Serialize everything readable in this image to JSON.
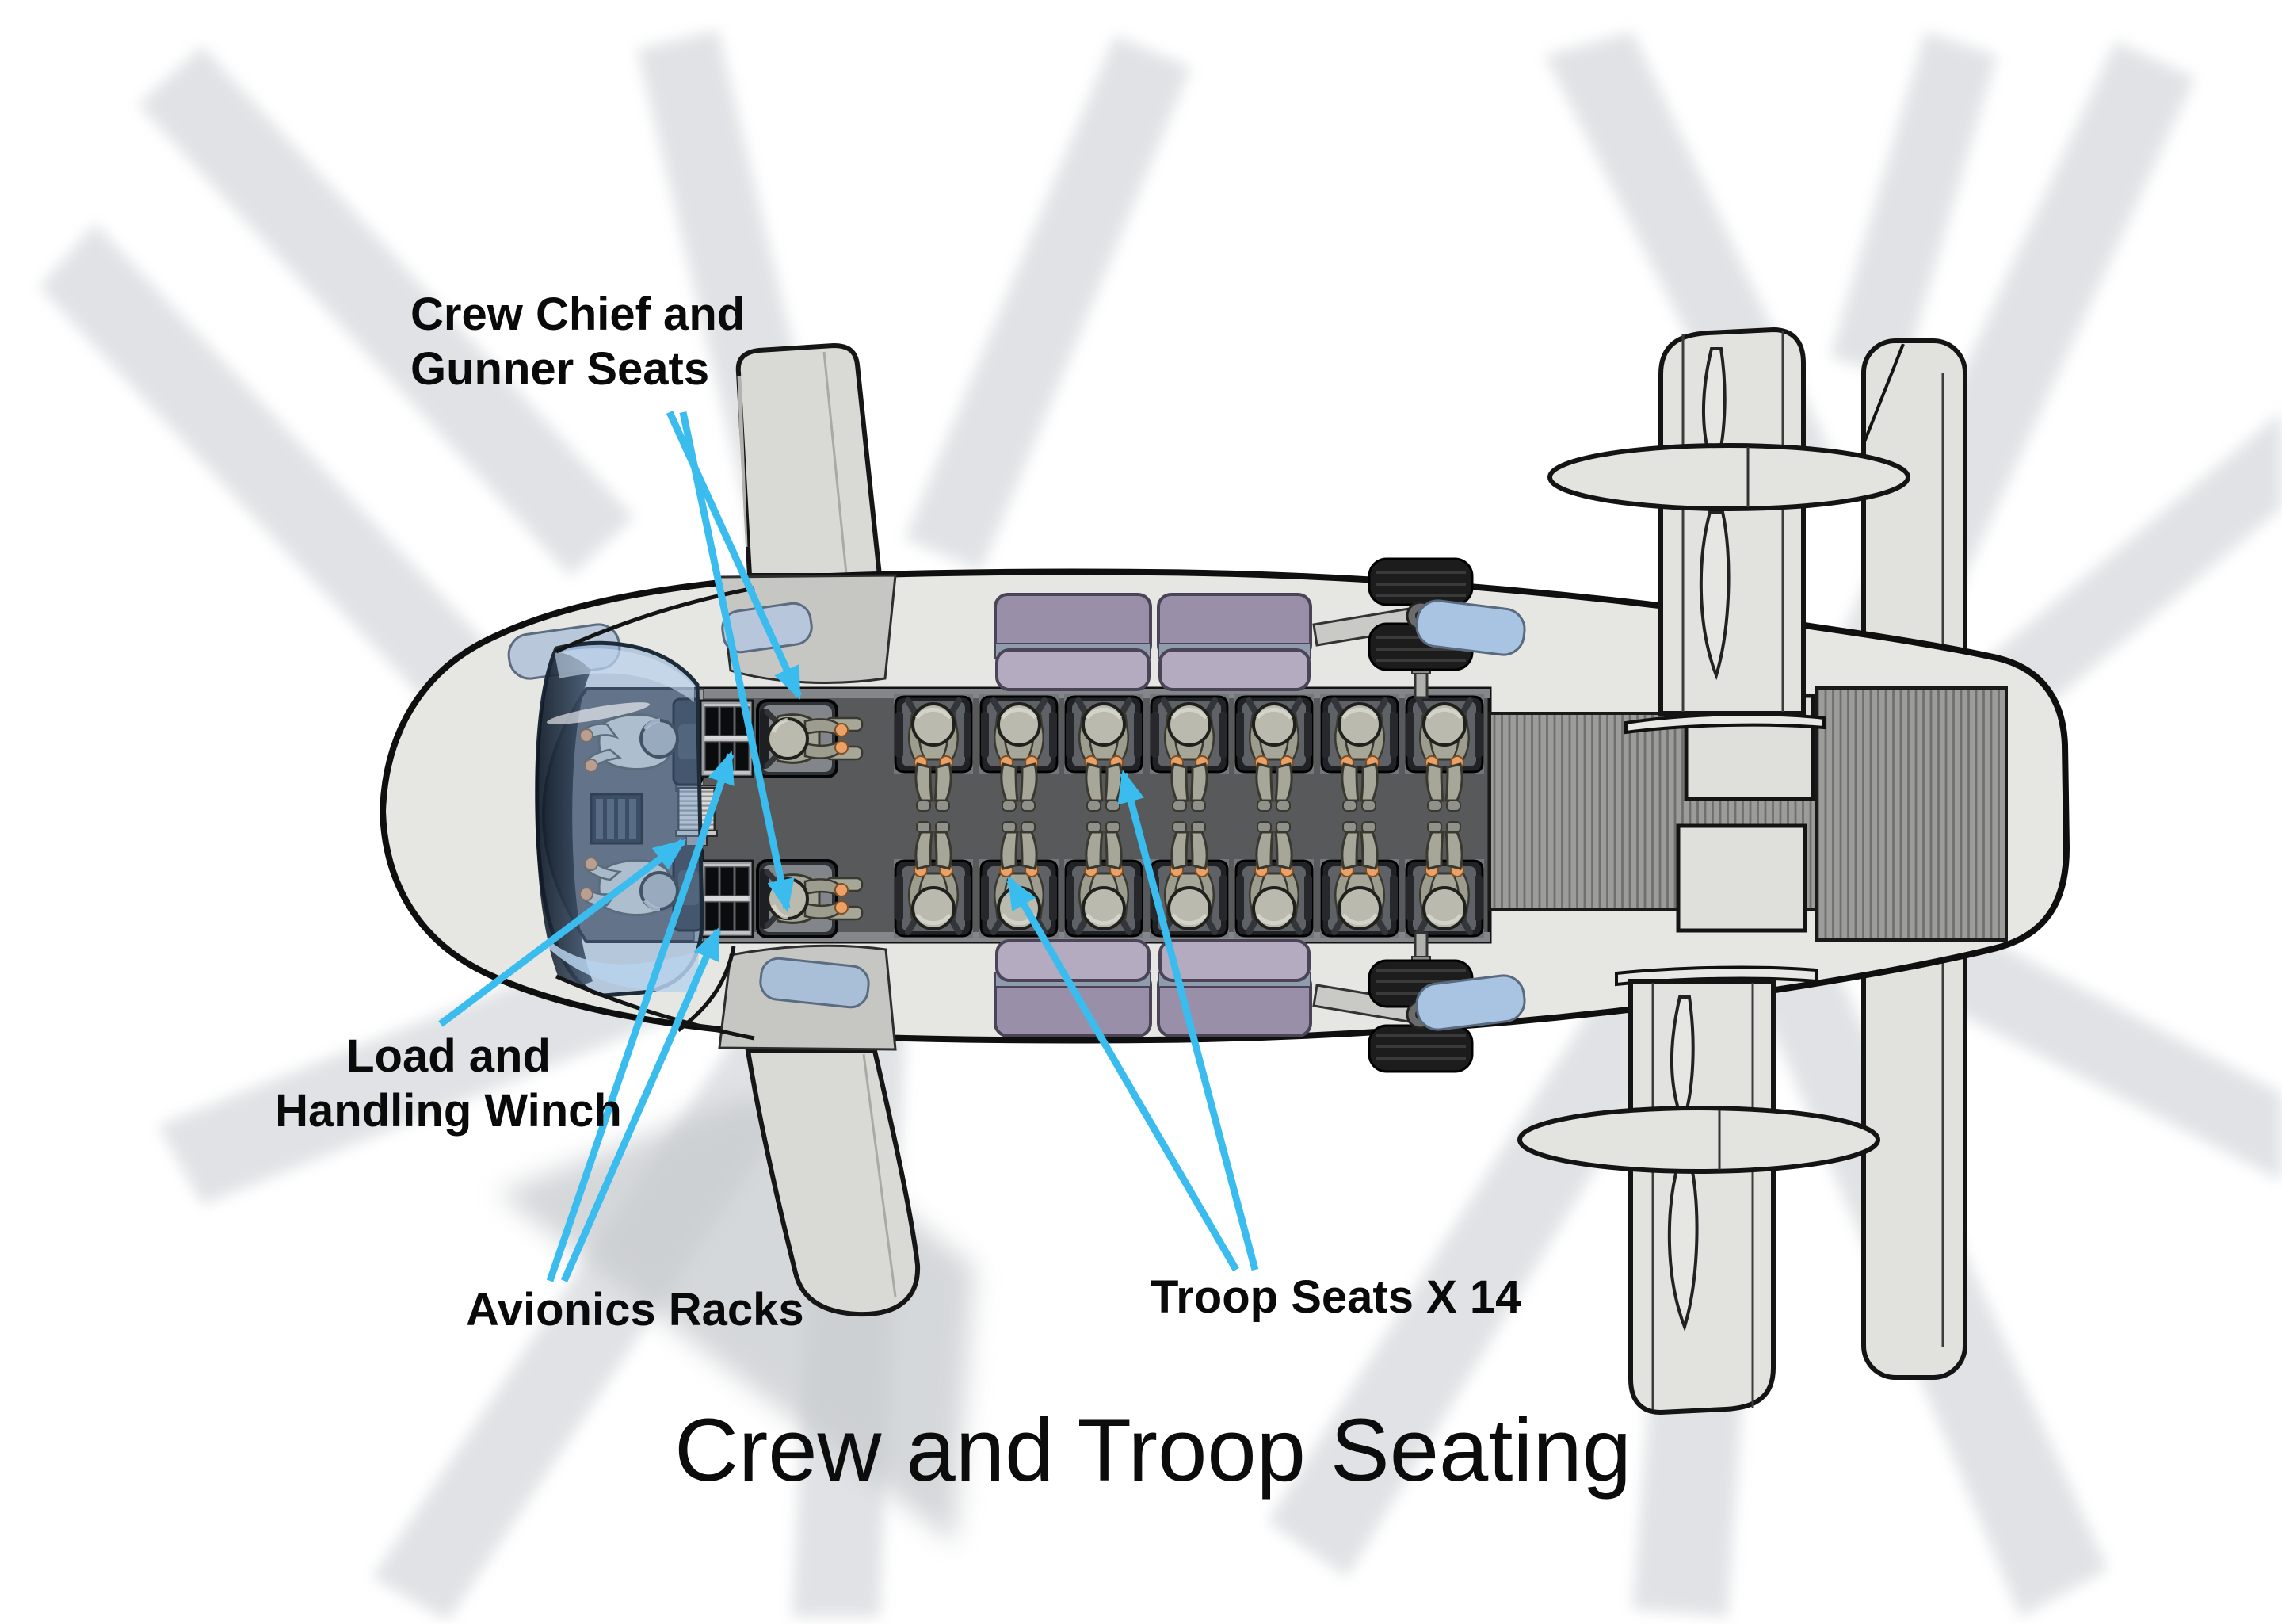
{
  "title": "Crew and Troop Seating",
  "labels": {
    "crew_seats": {
      "line1": "Crew Chief and",
      "line2": "Gunner Seats"
    },
    "winch": {
      "line1": "Load and",
      "line2": "Handling Winch"
    },
    "avionics": {
      "text": "Avionics Racks"
    },
    "troop_seats": {
      "text": "Troop Seats X 14"
    }
  },
  "cabin": {
    "troop_seat_count": 14,
    "troop_rows": 2,
    "crew_chief_gunner_seats": 2,
    "pilots": 2,
    "avionics_racks": 2,
    "winches": 1
  },
  "colors": {
    "arrow": "#3bbcee",
    "fuselage": "#e6e7e3",
    "cabin_floor": "#58595a",
    "sponson_dark": "#9a8fa9",
    "sponson_light": "#b5abc0",
    "uniform": "#a6a699",
    "helmet": "#babaaf",
    "skin": "#eca266",
    "window_glass": "#aec3dc",
    "rotor_shadow": "#d2d5d9",
    "label_text": "#0a0a0a"
  }
}
